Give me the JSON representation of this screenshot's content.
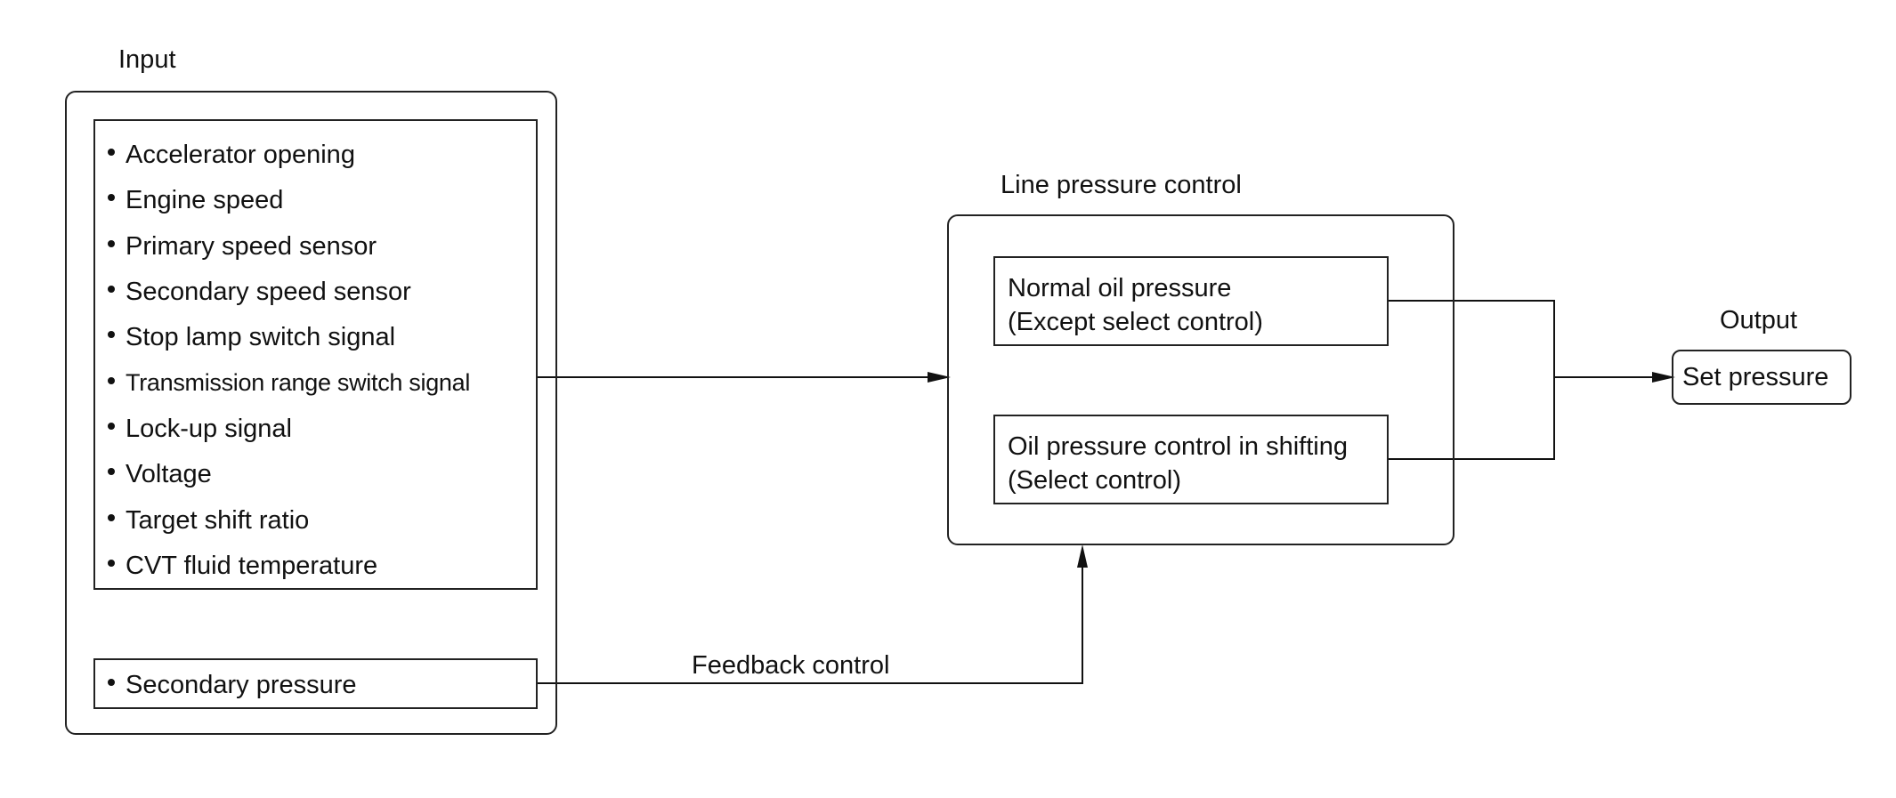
{
  "input": {
    "title": "Input",
    "signals": [
      "Accelerator opening",
      "Engine speed",
      "Primary speed sensor",
      "Secondary speed sensor",
      "Stop lamp switch signal",
      "Transmission range switch signal",
      "Lock-up signal",
      "Voltage",
      "Target shift ratio",
      "CVT fluid temperature"
    ],
    "feedback_signal": "Secondary pressure"
  },
  "line_pressure_control": {
    "title": "Line pressure control",
    "normal": {
      "line1": "Normal oil pressure",
      "line2": "(Except select control)"
    },
    "shifting": {
      "line1": "Oil pressure control in shifting",
      "line2": "(Select control)"
    }
  },
  "feedback_label": "Feedback control",
  "output": {
    "title": "Output",
    "value": "Set pressure"
  }
}
